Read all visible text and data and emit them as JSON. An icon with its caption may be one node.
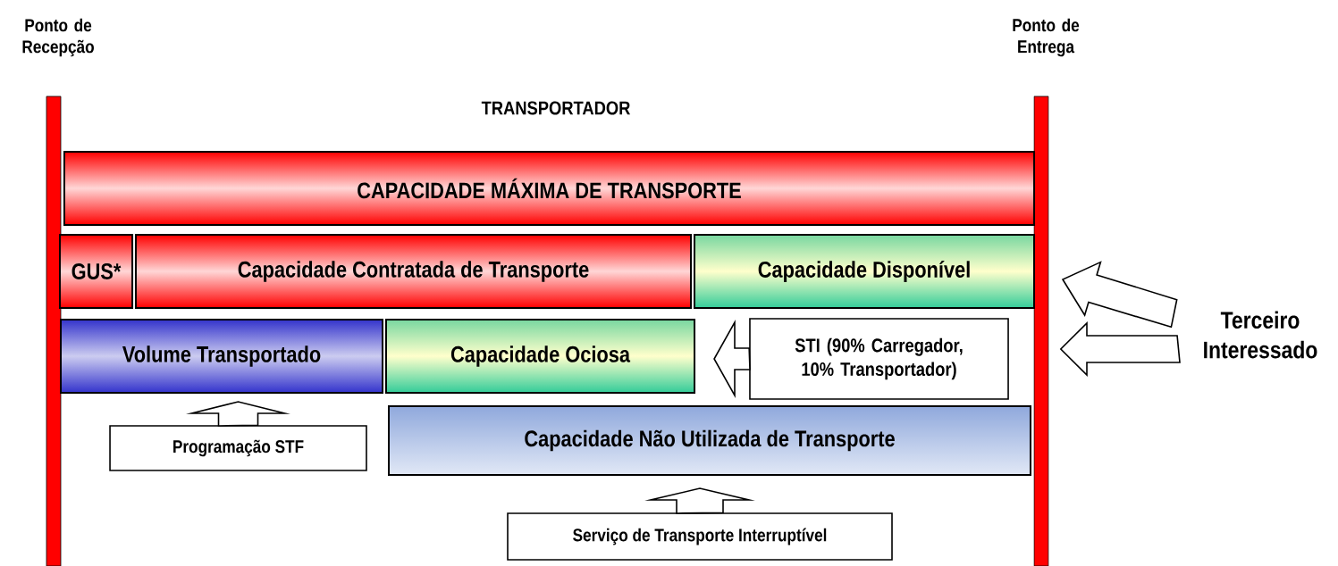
{
  "diagram": {
    "nodes": [
      {
        "text": [
          "Ponto de Recepção"
        ]
      },
      {
        "text": [
          "Ponto de Entrega"
        ]
      },
      {
        "text": [
          "CAPACIDADE MÁXIMA DE TRANSPORTE"
        ]
      },
      {
        "text": [
          "GUS*"
        ]
      },
      {
        "text": [
          "Capacidade Contratada de Transporte"
        ]
      },
      {
        "text": [
          "Capacidade Disponível"
        ]
      },
      {
        "text": [
          "Volume Transportado"
        ]
      },
      {
        "text": [
          "Capacidade Ociosa"
        ]
      },
      {
        "text": [
          "STI (90% Carregador, 10% Transportador)"
        ]
      },
      {
        "text": [
          "Programação STF"
        ]
      },
      {
        "text": [
          "Capacidade Não Utilizada de Transporte"
        ]
      },
      {
        "text": [
          "Serviço de Transporte Interruptível"
        ]
      },
      {
        "text": [
          "Terceiro Interessado"
        ]
      }
    ],
    "edges": [
      {
        "from": 9,
        "to": 6,
        "arrow": "to"
      },
      {
        "from": 11,
        "to": 10,
        "arrow": "to"
      },
      {
        "from": 8,
        "to": 7,
        "arrow": "to"
      },
      {
        "from": 12,
        "to": 5,
        "arrow": "to"
      },
      {
        "from": 12,
        "to": 8,
        "arrow": "to"
      }
    ],
    "labels": [
      "TRANSPORTADOR"
    ]
  }
}
